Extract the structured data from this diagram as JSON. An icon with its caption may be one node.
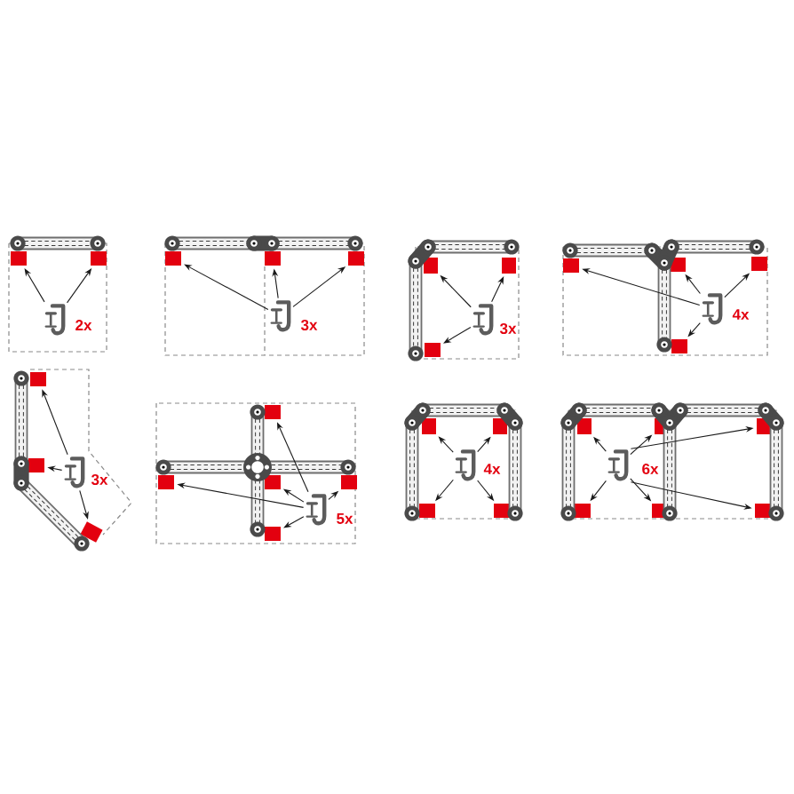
{
  "diagram": {
    "nodes": [
      {
        "text": [],
        "shape": "box"
      },
      {
        "text": [],
        "shape": "box"
      },
      {
        "text": [],
        "shape": "picture",
        "beside": [
          "2x"
        ]
      },
      {
        "text": [],
        "shape": "box"
      },
      {
        "text": [],
        "shape": "box"
      },
      {
        "text": [],
        "shape": "box"
      },
      {
        "text": [],
        "shape": "picture",
        "beside": [
          "3x"
        ]
      },
      {
        "text": [],
        "shape": "box"
      },
      {
        "text": [],
        "shape": "box"
      },
      {
        "text": [],
        "shape": "box"
      },
      {
        "text": [],
        "shape": "picture",
        "beside": [
          "3x"
        ]
      },
      {
        "text": [],
        "shape": "box"
      },
      {
        "text": [],
        "shape": "box"
      },
      {
        "text": [],
        "shape": "box"
      },
      {
        "text": [],
        "shape": "box"
      },
      {
        "text": [],
        "shape": "picture",
        "beside": [
          "4x"
        ]
      },
      {
        "text": [],
        "shape": "box"
      },
      {
        "text": [],
        "shape": "box"
      },
      {
        "text": [],
        "shape": "box"
      },
      {
        "text": [],
        "shape": "picture",
        "beside": [
          "3x"
        ]
      },
      {
        "text": [],
        "shape": "box"
      },
      {
        "text": [],
        "shape": "box"
      },
      {
        "text": [],
        "shape": "box"
      },
      {
        "text": [],
        "shape": "box"
      },
      {
        "text": [],
        "shape": "box"
      },
      {
        "text": [],
        "shape": "picture",
        "beside": [
          "5x"
        ]
      },
      {
        "text": [],
        "shape": "box"
      },
      {
        "text": [],
        "shape": "box"
      },
      {
        "text": [],
        "shape": "box"
      },
      {
        "text": [],
        "shape": "box"
      },
      {
        "text": [],
        "shape": "picture",
        "beside": [
          "4x"
        ]
      },
      {
        "text": [],
        "shape": "box"
      },
      {
        "text": [],
        "shape": "box"
      },
      {
        "text": [],
        "shape": "box"
      },
      {
        "text": [],
        "shape": "box"
      },
      {
        "text": [],
        "shape": "box"
      },
      {
        "text": [],
        "shape": "box"
      },
      {
        "text": [],
        "shape": "picture",
        "beside": [
          "6x"
        ]
      }
    ],
    "edges": [
      {
        "from": 2,
        "to": 0,
        "arrow": "to"
      },
      {
        "from": 2,
        "to": 1,
        "arrow": "to"
      },
      {
        "from": 6,
        "to": 3,
        "arrow": "to"
      },
      {
        "from": 6,
        "to": 4,
        "arrow": "to"
      },
      {
        "from": 6,
        "to": 5,
        "arrow": "to"
      },
      {
        "from": 10,
        "to": 7,
        "arrow": "to"
      },
      {
        "from": 10,
        "to": 8,
        "arrow": "to"
      },
      {
        "from": 10,
        "to": 9,
        "arrow": "to"
      },
      {
        "from": 15,
        "to": 11,
        "arrow": "to"
      },
      {
        "from": 15,
        "to": 12,
        "arrow": "to"
      },
      {
        "from": 15,
        "to": 13,
        "arrow": "to"
      },
      {
        "from": 15,
        "to": 14,
        "arrow": "to"
      },
      {
        "from": 19,
        "to": 16,
        "arrow": "to"
      },
      {
        "from": 19,
        "to": 17,
        "arrow": "to"
      },
      {
        "from": 19,
        "to": 18,
        "arrow": "to"
      },
      {
        "from": 25,
        "to": 20,
        "arrow": "to"
      },
      {
        "from": 25,
        "to": 21,
        "arrow": "to"
      },
      {
        "from": 25,
        "to": 22,
        "arrow": "to"
      },
      {
        "from": 25,
        "to": 23,
        "arrow": "to"
      },
      {
        "from": 25,
        "to": 24,
        "arrow": "to"
      },
      {
        "from": 30,
        "to": 26,
        "arrow": "to"
      },
      {
        "from": 30,
        "to": 27,
        "arrow": "to"
      },
      {
        "from": 30,
        "to": 28,
        "arrow": "to"
      },
      {
        "from": 30,
        "to": 29,
        "arrow": "to"
      },
      {
        "from": 37,
        "to": 31,
        "arrow": "to"
      },
      {
        "from": 37,
        "to": 32,
        "arrow": "to"
      },
      {
        "from": 37,
        "to": 33,
        "arrow": "to"
      },
      {
        "from": 37,
        "to": 34,
        "arrow": "to"
      },
      {
        "from": 37,
        "to": 35,
        "arrow": "to"
      },
      {
        "from": 37,
        "to": 36,
        "arrow": "to"
      }
    ]
  }
}
